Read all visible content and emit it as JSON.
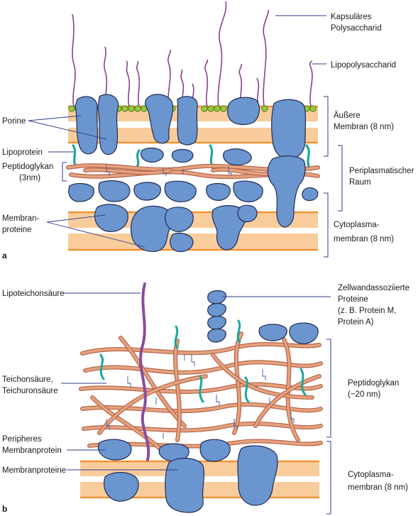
{
  "panel_a": {
    "letter": "a",
    "labels": {
      "capsular_1": "Kapsuläres",
      "capsular_2": "Polysaccharid",
      "lps": "Lipopolysaccharid",
      "outer_1": "Äußere",
      "outer_2": "Membran (8 nm)",
      "porine": "Porine",
      "lipoprotein": "Lipoprotein",
      "peptido_1": "Peptidoglykan",
      "peptido_2": "(3nm)",
      "peri_1": "Periplasmatischer",
      "peri_2": "Raum",
      "memprot_1": "Membran-",
      "memprot_2": "proteine",
      "cyto_1": "Cytoplasma-",
      "cyto_2": "membran (8 nm)"
    }
  },
  "panel_b": {
    "letter": "b",
    "labels": {
      "lipoteich": "Lipoteichonsäure",
      "zw_1": "Zellwandassoziierte",
      "zw_2": "Proteine",
      "zw_3": "(z. B. Protein M,",
      "zw_4": "Protein A)",
      "teich_1": "Teichonsäure,",
      "teich_2": "Teichuronsäure",
      "pg_1": "Peptidoglykan",
      "pg_2": "(~20 nm)",
      "periph_1": "Peripheres",
      "periph_2": "Membranprotein",
      "memprot": "Membranproteine",
      "cyto_1": "Cytoplasma-",
      "cyto_2": "membran (8 nm)"
    }
  },
  "colors": {
    "membrane": "#f9cc9b",
    "membrane_edge": "#ef8f2a",
    "protein": "#6b95cf",
    "peptidoglycan": "#b5654a",
    "lps": "#8b3f8e",
    "lipid_head": "#98c83e",
    "lipoprotein": "#1aa79b",
    "leader_lines": "#2f3b8f"
  }
}
